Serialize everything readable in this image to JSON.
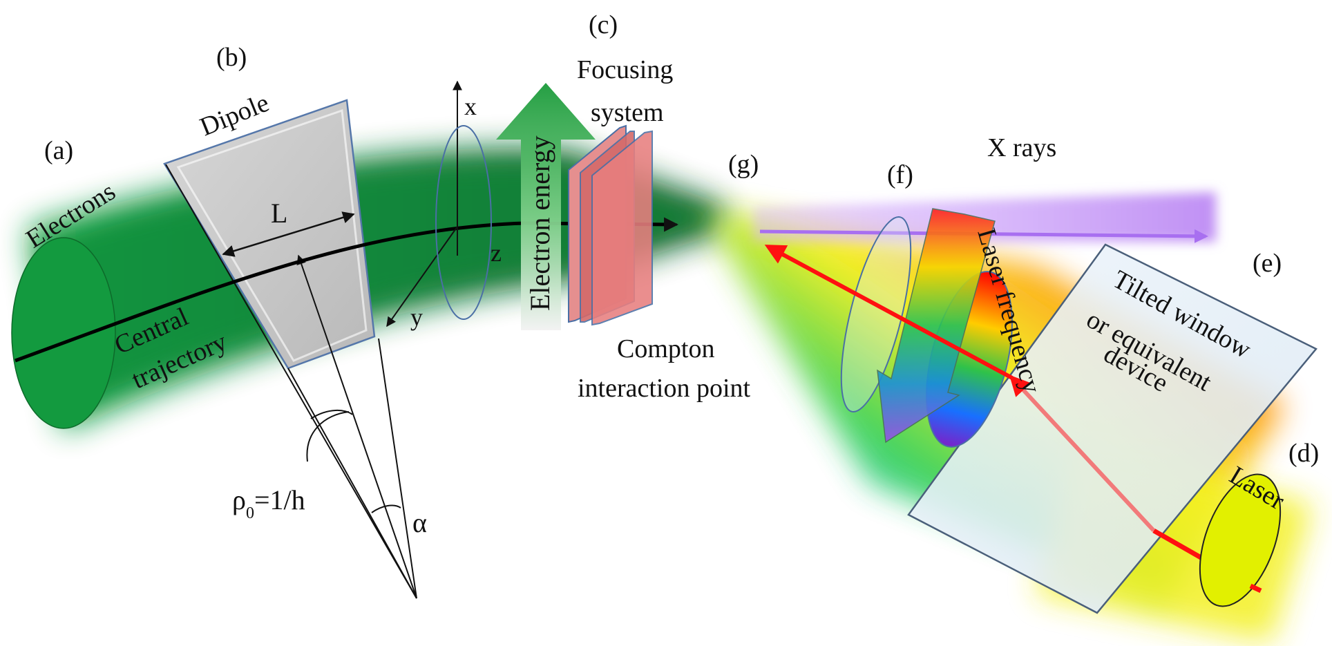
{
  "labels": {
    "a": "(a)",
    "b": "(b)",
    "c": "(c)",
    "d": "(d)",
    "e": "(e)",
    "f": "(f)",
    "g": "(g)"
  },
  "text": {
    "electrons": "Electrons",
    "dipole": "Dipole",
    "central_trajectory_1": "Central",
    "central_trajectory_2": "trajectory",
    "length": "L",
    "radius": "ρ",
    "radius_sub": "0",
    "radius_rest": "=1/h",
    "angle": "α",
    "axis_x": "x",
    "axis_y": "y",
    "axis_z": "z",
    "electron_energy": "Electron energy",
    "focusing_1": "Focusing",
    "focusing_2": "system",
    "compton_1": "Compton",
    "compton_2": "interaction point",
    "xrays": "X rays",
    "laser_frequency": "Laser frequency",
    "tilted_1": "Tilted window",
    "tilted_2": "or equivalent",
    "tilted_3": "device",
    "laser": "Laser"
  },
  "colors": {
    "electron_beam": "#12a040",
    "dipole_fill": "#c8c8c8",
    "focus_plate": "#e87f7f",
    "laser_beam": "#ff1010",
    "xray_beam": "#b57cf2",
    "laser_spot": "#e8f000",
    "window": "#e8f2fa"
  }
}
